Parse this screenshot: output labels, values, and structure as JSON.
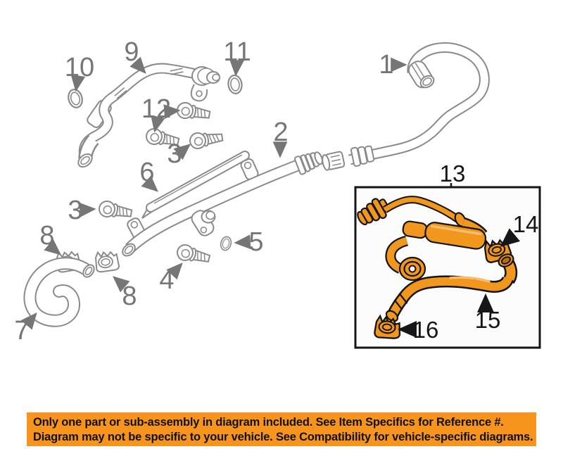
{
  "diagram": {
    "type": "parts-diagram",
    "description_visible_elements": "engine coolant hose parts line drawing with numbered callouts and highlighted sub-assembly box",
    "line_color": "#8A8A8A",
    "highlight_color": "#F2971E",
    "callouts": {
      "c1": {
        "label": "1"
      },
      "c2": {
        "label": "2"
      },
      "c3_upper": {
        "label": "3"
      },
      "c3_left": {
        "label": "3"
      },
      "c4": {
        "label": "4"
      },
      "c5": {
        "label": "5"
      },
      "c6": {
        "label": "6"
      },
      "c7": {
        "label": "7"
      },
      "c8_left": {
        "label": "8"
      },
      "c8_right": {
        "label": "8"
      },
      "c9": {
        "label": "9"
      },
      "c10": {
        "label": "10"
      },
      "c11": {
        "label": "11"
      },
      "c12": {
        "label": "12"
      },
      "c13": {
        "label": "13"
      },
      "c14": {
        "label": "14"
      },
      "c15": {
        "label": "15"
      },
      "c16": {
        "label": "16"
      }
    }
  },
  "banner": {
    "background": "#F7941E",
    "text_color": "#111111",
    "line1": "Only one part or sub-assembly in diagram included. See Item Specifics for Reference #.",
    "line2": "Diagram may not be specific to your vehicle. See Compatibility for vehicle-specific diagrams."
  }
}
